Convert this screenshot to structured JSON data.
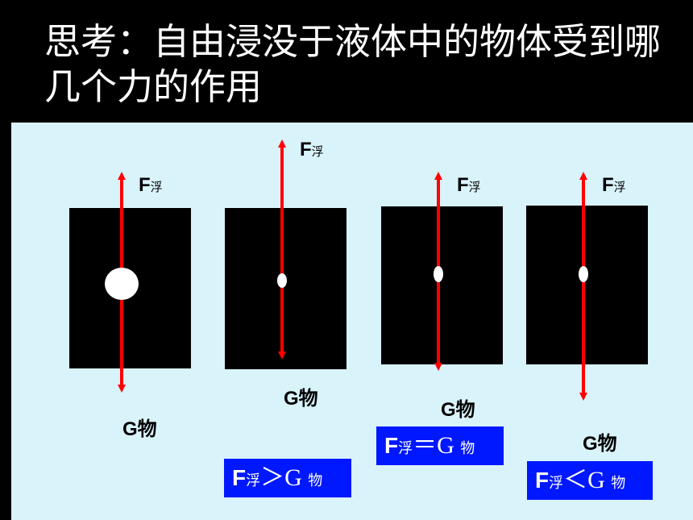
{
  "title": "思考：自由浸没于液体中的物体受到哪几个力的作用",
  "colors": {
    "background": "#000000",
    "panel": "#d9f3fb",
    "block": "#000000",
    "arrow": "#ff0000",
    "dot": "#ffffff",
    "relation_box": "#0018ff"
  },
  "force_up": {
    "symbol": "F",
    "sub": "浮"
  },
  "force_down": {
    "symbol": "G",
    "sub": "物"
  },
  "cases": [
    {
      "id": 1
    },
    {
      "id": 2,
      "relation": {
        "left": "F",
        "left_sub": "浮",
        "op": "＞",
        "right": "G",
        "right_sub": "物"
      }
    },
    {
      "id": 3,
      "relation": {
        "left": "F",
        "left_sub": "浮",
        "op": "＝",
        "right": "G",
        "right_sub": "物"
      }
    },
    {
      "id": 4,
      "relation": {
        "left": "F",
        "left_sub": "浮",
        "op": "＜",
        "right": "G",
        "right_sub": "物"
      }
    }
  ]
}
